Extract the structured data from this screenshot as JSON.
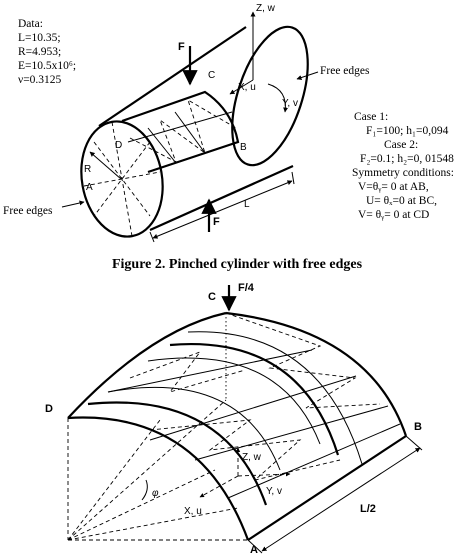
{
  "top_figure": {
    "data_block": {
      "heading": "Data:",
      "lines": [
        "L=10.35;",
        "R=4.953;",
        "E=10.5x10⁶;",
        "ν=0.3125"
      ]
    },
    "labels": {
      "force": "F",
      "force_bottom": "F",
      "z_axis": "Z, w",
      "x_axis": "X, u",
      "y_axis": "Y, v",
      "point_a": "A",
      "point_b": "B",
      "point_c": "C",
      "point_d": "D",
      "radius": "R",
      "length": "L",
      "free_edges_right": "Free edges",
      "free_edges_left": "Free edges"
    },
    "cases": {
      "case1_title": "Case 1:",
      "case1_values": "F₁=100; h₁=0,094",
      "case2_title": "Case 2:",
      "case2_values": "F₂=0.1; h₂=0, 01548",
      "symmetry_title": "Symmetry conditions:",
      "sym_ab": "V=θᵧ= 0 at AB,",
      "sym_bc": "U= θₓ=0 at BC,",
      "sym_cd": "V= θᵧ= 0 at CD"
    },
    "caption": "Figure 2. Pinched cylinder with free edges"
  },
  "bottom_figure": {
    "labels": {
      "force": "F/4",
      "point_c": "C",
      "point_d": "D",
      "point_b": "B",
      "point_a": "A",
      "z_axis": "Z, w",
      "y_axis": "Y, v",
      "x_axis": "X, u",
      "angle": "φ",
      "length": "L/2"
    }
  }
}
